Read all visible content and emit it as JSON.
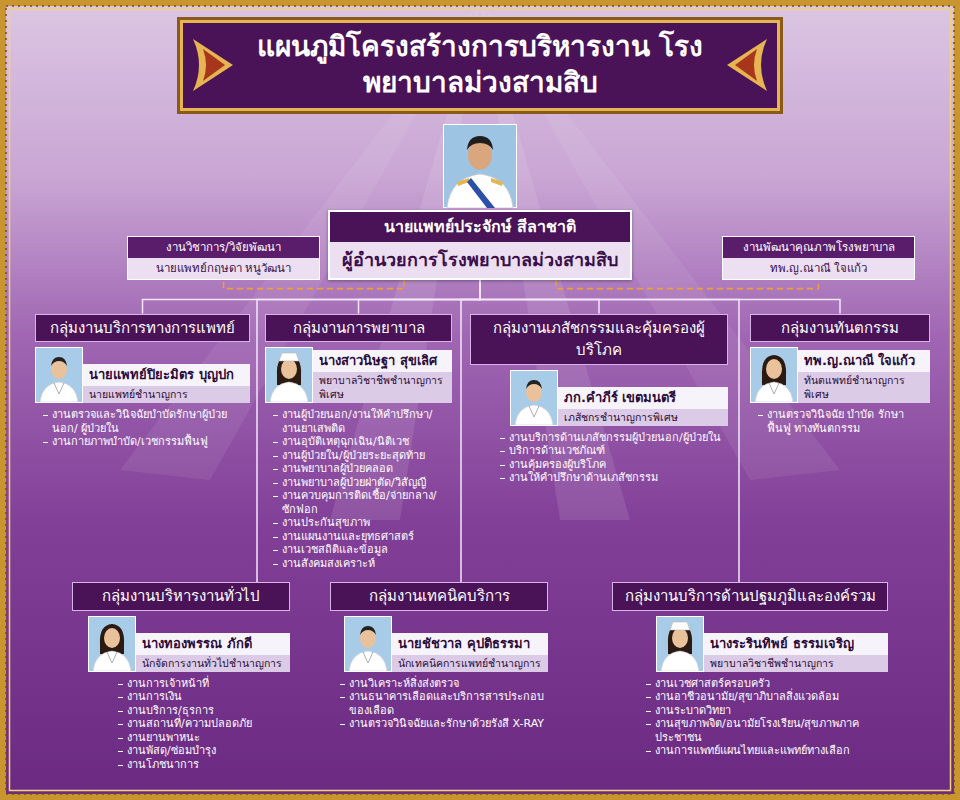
{
  "diagram": {
    "title": "แผนภูมิโครงสร้างการบริหารงาน โรงพยาบาลม่วงสามสิบ",
    "nodes": [
      {
        "text": [
          "นายแพทย์ประจักษ์ สีลาชาติ",
          "ผู้อำนวยการโรงพยาบาลม่วงสามสิบ"
        ]
      },
      {
        "text": [
          "งานวิชาการ/วิจัยพัฒนา",
          "นายแพทย์กฤษดา หนูวัฒนา"
        ]
      },
      {
        "text": [
          "งานพัฒนาคุณภาพโรงพยาบาล",
          "ทพ.ญ.ณาณี ใจแก้ว"
        ]
      },
      {
        "text": [
          "กลุ่มงานบริการทางการแพทย์",
          "นายแพทย์ปิยะมิตร บุญปก",
          "นายแพทย์ชำนาญการ",
          "งานตรวจและวินิจฉัยบำบัดรักษาผู้ป่วยนอก/ ผู้ป่วยใน",
          "งานกายภาพบำบัด/เวชกรรมฟื้นฟู"
        ]
      },
      {
        "text": [
          "กลุ่มงานการพยาบาล",
          "นางสาวนิษฐา สุขเลิศ",
          "พยาบาลวิชาชีพชำนาญการพิเศษ",
          "งานผู้ป่วยนอก/งานให้คำปรึกษา/ งานยาเสพติด",
          "งานอุบัติเหตุฉุกเฉิน/นิติเวช",
          "งานผู้ป่วยใน/ผู้ป่วยระยะสุดท้าย",
          "งานพยาบาลผู้ป่วยคลอด",
          "งานพยาบาลผู้ป่วยผ่าตัด/วิสัญญี",
          "งานควบคุมการติดเชื้อ/จ่ายกลาง/ซักฟอก",
          "งานประกันสุขภาพ",
          "งานแผนงานและยุทธศาสตร์",
          "งานเวชสถิติและข้อมูล",
          "งานสังคมสงเคราะห์"
        ]
      },
      {
        "text": [
          "กลุ่มงานเภสัชกรรมและคุ้มครองผู้บริโภค",
          "ภก.คำภีร์ เขตมนตรี",
          "เภสัชกรชำนาญการพิเศษ",
          "งานบริการด้านเภสัชกรรมผู้ป่วยนอก/ผู้ป่วยใน",
          "บริการด้านเวชภัณฑ์",
          "งานคุ้มครองผู้บริโภค",
          "งานให้คำปรึกษาด้านเภสัชกรรม"
        ]
      },
      {
        "text": [
          "กลุ่มงานทันตกรรม",
          "ทพ.ญ.ณาณี ใจแก้ว",
          "ทันตแพทย์ชำนาญการพิเศษ",
          "งานตรวจวินิจฉัย บำบัด รักษา ฟื้นฟู ทางทันตกรรม"
        ]
      },
      {
        "text": [
          "กลุ่มงานบริหารงานทั่วไป",
          "นางทองพรรณ ภักดี",
          "นักจัดการงานทั่วไปชำนาญการ",
          "งานการเจ้าหน้าที่",
          "งานการเงิน",
          "งานบริการ/ธุรการ",
          "งานสถานที่/ความปลอดภัย",
          "งานยานพาหนะ",
          "งานพัสดุ/ซ่อมบำรุง",
          "งานโภชนาการ"
        ]
      },
      {
        "text": [
          "กลุ่มงานเทคนิคบริการ",
          "นายชัชวาล คุปติธรรมา",
          "นักเทคนิคการแพทย์ชำนาญการ",
          "งานวิเคราะห์สิ่งส่งตรวจ",
          "งานธนาคารเลือดและบริการสารประกอบของเลือด",
          "งานตรวจวินิจฉัยและรักษาด้วยรังสี X-RAY"
        ]
      },
      {
        "text": [
          "กลุ่มงานบริการด้านปฐมภูมิและองค์รวม",
          "นางระรินทิพย์ ธรรมเจริญ",
          "พยาบาลวิชาชีพชำนาญการ",
          "งานเวชศาสตร์ครอบครัว",
          "งานอาชีวอนามัย/สุขาภิบาลสิ่งแวดล้อม",
          "งานระบาดวิทยา",
          "งานสุขภาพจิต/อนามัยโรงเรียน/สุขภาพภาคประชาชน",
          "งานการแพทย์แผนไทยและแพทย์ทางเลือก"
        ]
      }
    ],
    "edges": [
      {
        "from": 0,
        "to": 1,
        "arrow": "none"
      },
      {
        "from": 0,
        "to": 2,
        "arrow": "none"
      },
      {
        "from": 0,
        "to": 3,
        "arrow": "none"
      },
      {
        "from": 0,
        "to": 4,
        "arrow": "none"
      },
      {
        "from": 0,
        "to": 5,
        "arrow": "none"
      },
      {
        "from": 0,
        "to": 6,
        "arrow": "none"
      },
      {
        "from": 0,
        "to": 7,
        "arrow": "none"
      },
      {
        "from": 0,
        "to": 8,
        "arrow": "none"
      },
      {
        "from": 0,
        "to": 9,
        "arrow": "none"
      }
    ]
  }
}
